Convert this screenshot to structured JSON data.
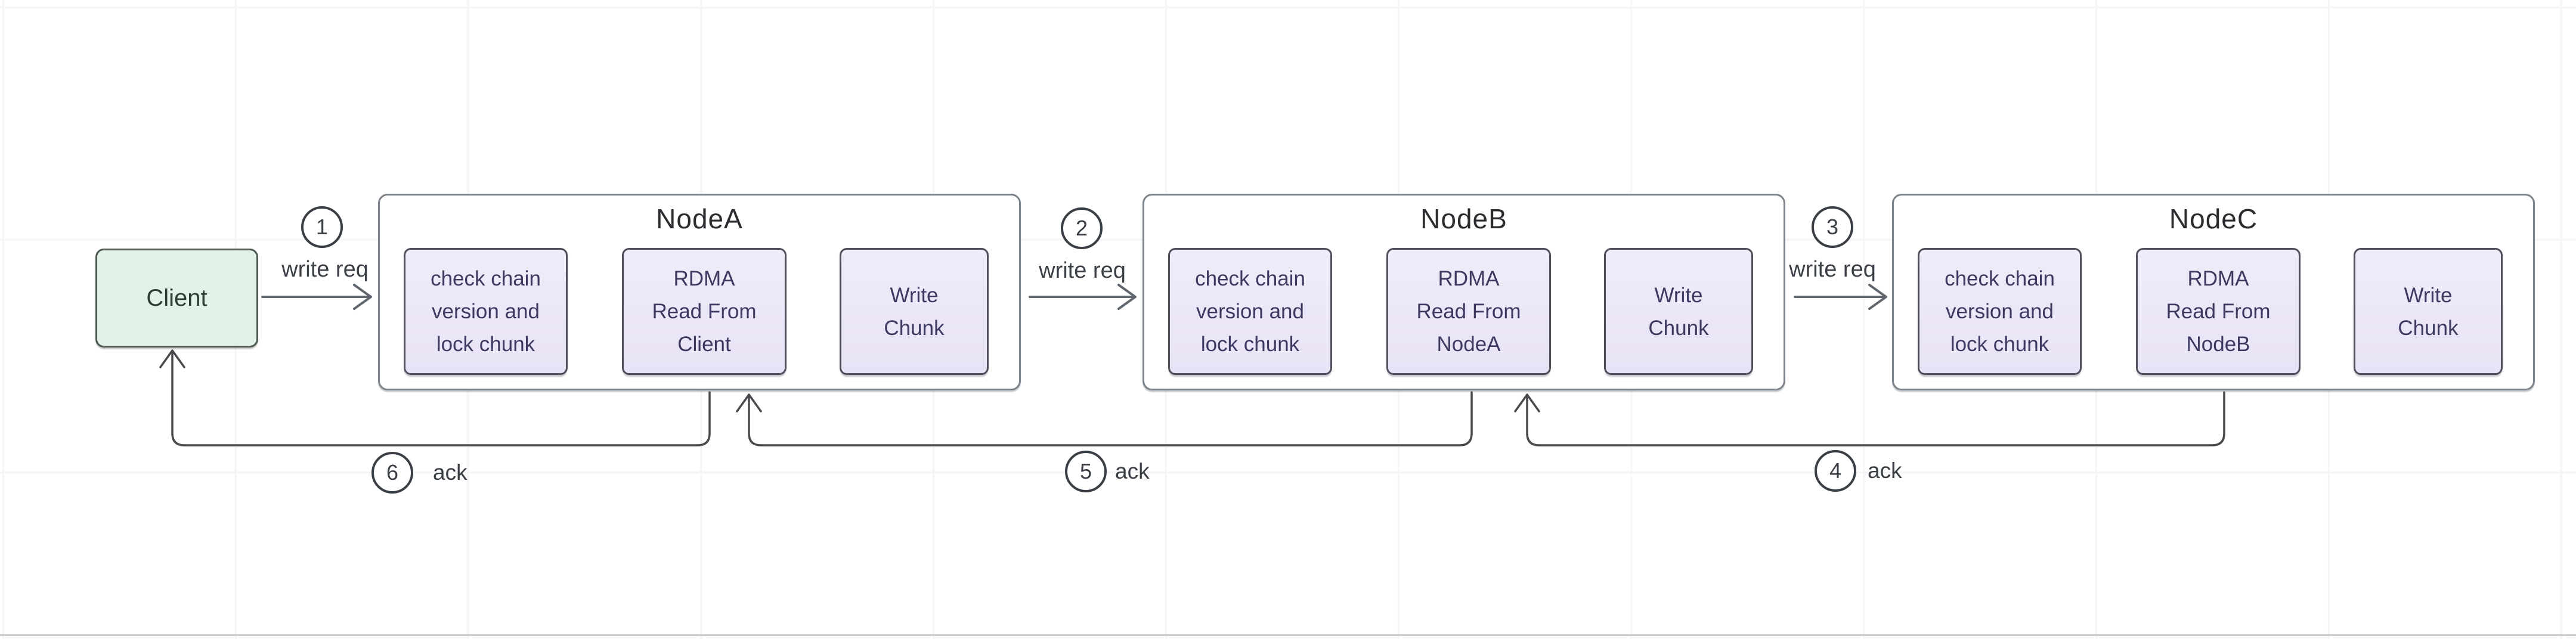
{
  "diagram": {
    "client": {
      "label": "Client"
    },
    "nodes": [
      {
        "title": "NodeA",
        "steps": [
          {
            "label": "check chain version and lock chunk"
          },
          {
            "label": "RDMA Read From Client"
          },
          {
            "label": "Write Chunk"
          }
        ]
      },
      {
        "title": "NodeB",
        "steps": [
          {
            "label": "check chain version and lock chunk"
          },
          {
            "label": "RDMA Read From NodeA"
          },
          {
            "label": "Write Chunk"
          }
        ]
      },
      {
        "title": "NodeC",
        "steps": [
          {
            "label": "check chain version and lock chunk"
          },
          {
            "label": "RDMA Read From NodeB"
          },
          {
            "label": "Write Chunk"
          }
        ]
      }
    ],
    "request_edges": [
      {
        "number": "1",
        "label": "write req"
      },
      {
        "number": "2",
        "label": "write req"
      },
      {
        "number": "3",
        "label": "write req"
      }
    ],
    "ack_edges": [
      {
        "number": "6",
        "label": "ack"
      },
      {
        "number": "5",
        "label": "ack"
      },
      {
        "number": "4",
        "label": "ack"
      }
    ]
  },
  "colors": {
    "canvas_bg": "#ffffff",
    "grid_line": "#f5f5f8",
    "container_border": "#7d838a",
    "container_fill": "#ffffff",
    "step_fill_top": "#f0ecf9",
    "step_fill_bottom": "#e8e2f6",
    "step_border": "#524f5c",
    "step_text": "#3c3a60",
    "client_fill": "#e3f2e6",
    "client_border": "#4f5b52",
    "client_text": "#2f3d35",
    "title_text": "#2a2c30",
    "label_text": "#3a3f45",
    "arrow": "#5f666e",
    "ack_line": "#48494c",
    "bottom_rule": "#cbcbc8"
  }
}
